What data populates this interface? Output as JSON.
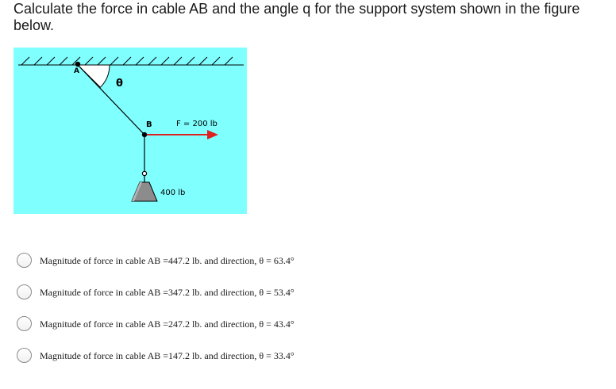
{
  "question": {
    "text": "Calculate the force in cable AB and the angle q for the support system shown in the figure below."
  },
  "figure": {
    "label_a": "A",
    "label_b": "B",
    "label_theta": "θ",
    "force_label": "F = 200 lb",
    "weight_label": "400 lb",
    "colors": {
      "background": "#80ffff",
      "force_arrow": "#e02020",
      "weight": "#8c8c8c"
    }
  },
  "options": [
    {
      "label": "Magnitude of force in cable AB =447.2 lb. and direction, θ = 63.4°"
    },
    {
      "label": "Magnitude of force in cable AB =347.2 lb. and direction, θ = 53.4°"
    },
    {
      "label": "Magnitude of force in cable AB =247.2 lb. and direction, θ = 43.4°"
    },
    {
      "label": "Magnitude of force in cable AB =147.2 lb. and direction, θ = 33.4°"
    }
  ]
}
